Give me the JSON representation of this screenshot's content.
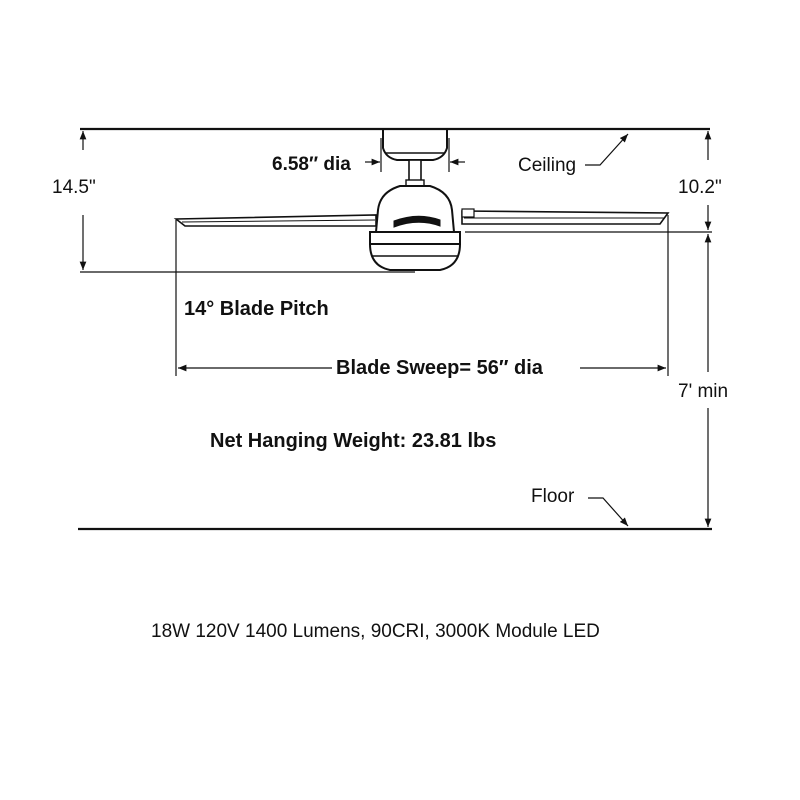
{
  "labels": {
    "canopy_dia": "6.58″ dia",
    "ceiling": "Ceiling",
    "height_left": "14.5\"",
    "height_right": "10.2\"",
    "blade_pitch": "14° Blade Pitch",
    "blade_sweep": "Blade Sweep= 56″ dia",
    "min_height": "7' min",
    "net_weight": "Net Hanging Weight: 23.81 lbs",
    "floor": "Floor",
    "led_spec": "18W 120V 1400 Lumens, 90CRI, 3000K Module LED"
  }
}
